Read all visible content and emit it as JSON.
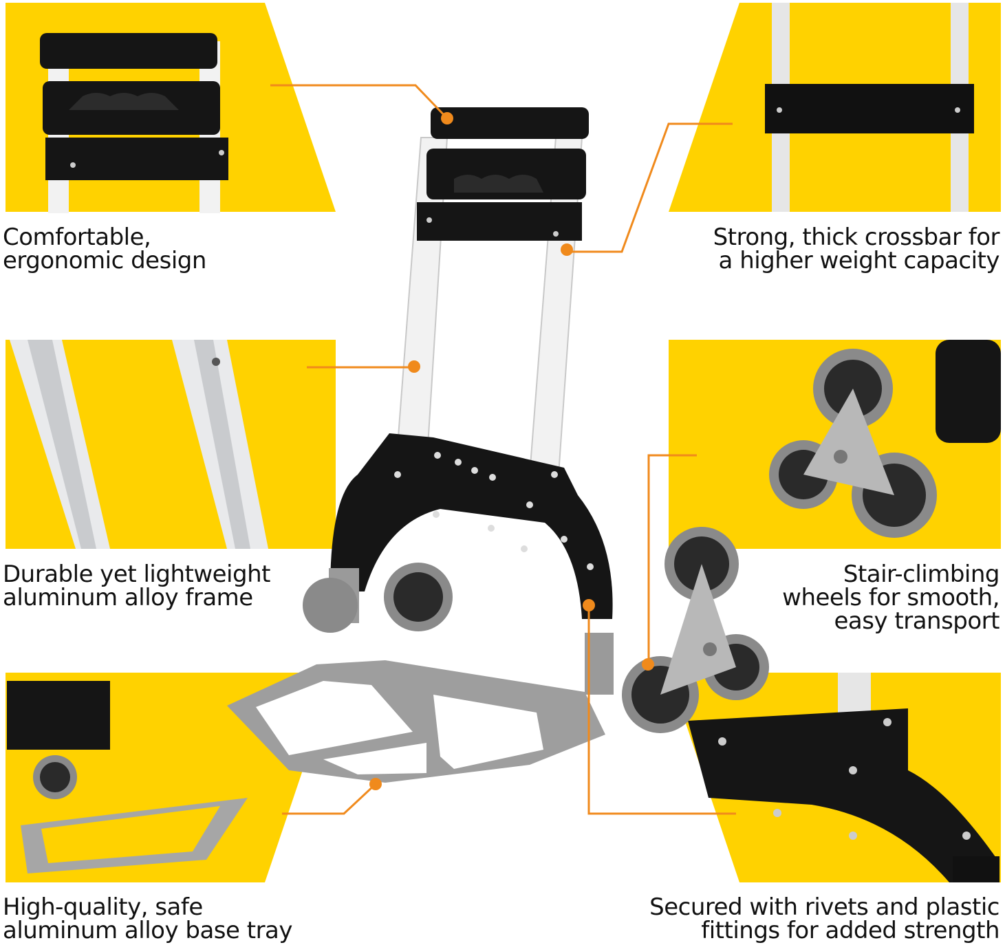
{
  "features": {
    "handle": {
      "caption": "Comfortable,\nergonomic design"
    },
    "crossbar": {
      "caption": "Strong, thick crossbar for\na higher weight capacity"
    },
    "frame": {
      "caption": "Durable yet lightweight\naluminum alloy frame"
    },
    "wheels": {
      "caption": "Stair-climbing\nwheels for smooth,\neasy transport"
    },
    "tray": {
      "caption": "High-quality, safe\naluminum alloy base tray"
    },
    "rivets": {
      "caption": "Secured with rivets and plastic\nfittings for added strength"
    }
  },
  "colors": {
    "panel_yellow": "#FFD200",
    "callout_orange": "#F08A1C",
    "frame_black": "#111111",
    "aluminum": "#E6E6E6",
    "wheel_gray": "#8A8A8A"
  }
}
